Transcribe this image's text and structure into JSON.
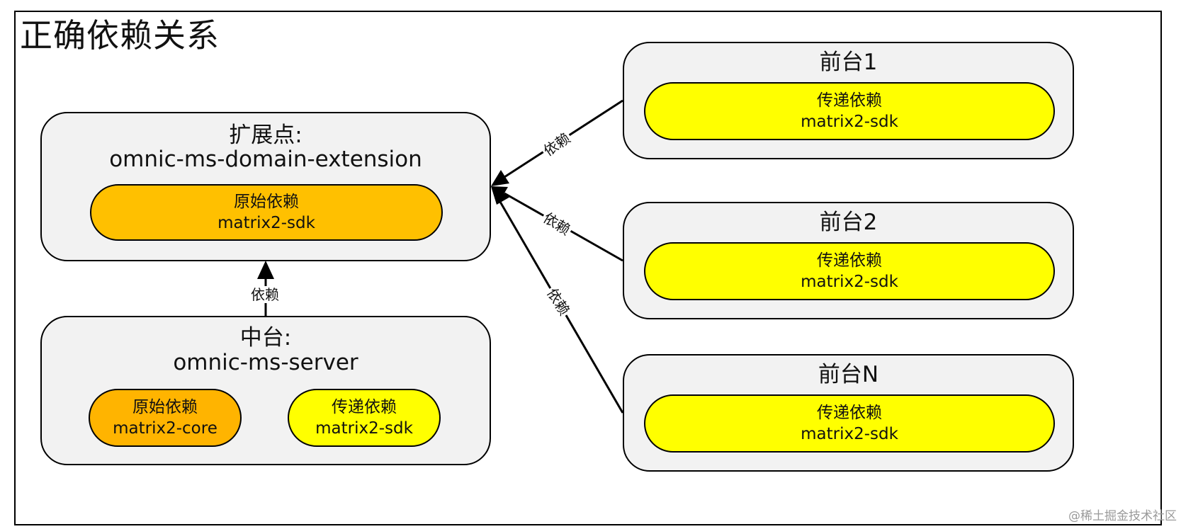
{
  "title": "正确依赖关系",
  "extension": {
    "heading": "扩展点:",
    "name": "omnic-ms-domain-extension",
    "dep": {
      "kind": "原始依赖",
      "artifact": "matrix2-sdk"
    }
  },
  "server": {
    "heading": "中台:",
    "name": "omnic-ms-server",
    "deps": [
      {
        "kind": "原始依赖",
        "artifact": "matrix2-core"
      },
      {
        "kind": "传递依赖",
        "artifact": "matrix2-sdk"
      }
    ]
  },
  "frontends": [
    {
      "name": "前台1",
      "dep": {
        "kind": "传递依赖",
        "artifact": "matrix2-sdk"
      }
    },
    {
      "name": "前台2",
      "dep": {
        "kind": "传递依赖",
        "artifact": "matrix2-sdk"
      }
    },
    {
      "name": "前台N",
      "dep": {
        "kind": "传递依赖",
        "artifact": "matrix2-sdk"
      }
    }
  ],
  "edge_labels": {
    "server_to_extension": "依赖",
    "front1": "依赖",
    "front2": "依赖",
    "frontN": "依赖"
  },
  "watermark": "@稀土掘金技术社区",
  "colors": {
    "box_fill": "#f2f2f2",
    "original_dep": "#ffc000",
    "transitive_dep": "#ffff00"
  }
}
